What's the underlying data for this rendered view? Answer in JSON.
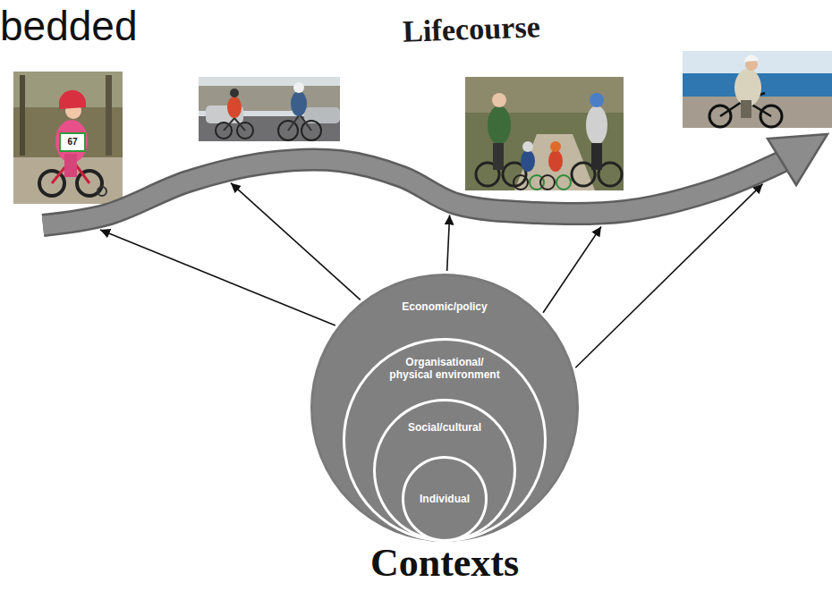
{
  "diagram": {
    "title": "bedded",
    "nodes": [
      {
        "text": [
          "Lifecourse"
        ]
      },
      {
        "text": [
          "Economic/policy",
          "Contexts"
        ]
      },
      {
        "text": [
          "Organisational/ physical environment"
        ],
        "in": 1
      },
      {
        "text": [
          "Social/cultural"
        ],
        "in": 2
      },
      {
        "text": [
          "Individual"
        ],
        "in": 3
      }
    ],
    "edges": [
      {
        "from": 1,
        "to": 0,
        "arrow": "to"
      },
      {
        "from": 1,
        "to": 0,
        "arrow": "to"
      },
      {
        "from": 1,
        "to": 0,
        "arrow": "to"
      },
      {
        "from": 1,
        "to": 0,
        "arrow": "to"
      },
      {
        "from": 1,
        "to": 0,
        "arrow": "to"
      }
    ],
    "labels": [
      "67"
    ]
  }
}
